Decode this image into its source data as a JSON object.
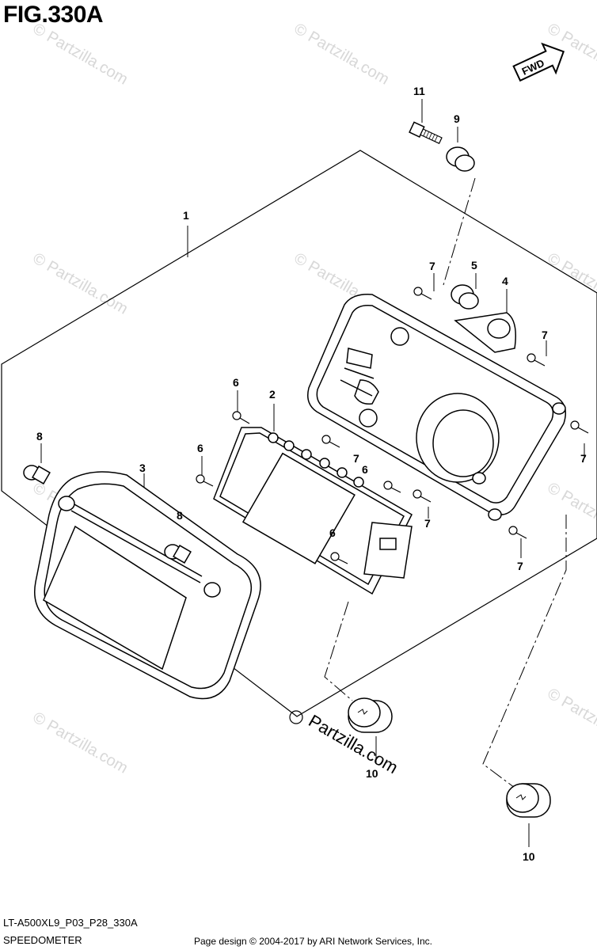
{
  "figure": {
    "title": "FIG.330A",
    "model_code": "LT-A500XL9_P03_P28_330A",
    "section_name": "SPEEDOMETER",
    "credit": "Page design © 2004-2017 by ARI Network Services, Inc."
  },
  "direction_badge": {
    "label": "FWD"
  },
  "watermark": {
    "text": "© Partzilla.com",
    "brand": "Partzilla.com"
  },
  "callouts": {
    "c1": "1",
    "c2": "2",
    "c3": "3",
    "c4": "4",
    "c5": "5",
    "c6a": "6",
    "c6b": "6",
    "c6c": "6",
    "c6d": "6",
    "c7a": "7",
    "c7b": "7",
    "c7c": "7",
    "c7d": "7",
    "c7e": "7",
    "c7f": "7",
    "c8a": "8",
    "c8b": "8",
    "c9": "9",
    "c10a": "10",
    "c10b": "10",
    "c11": "11"
  }
}
